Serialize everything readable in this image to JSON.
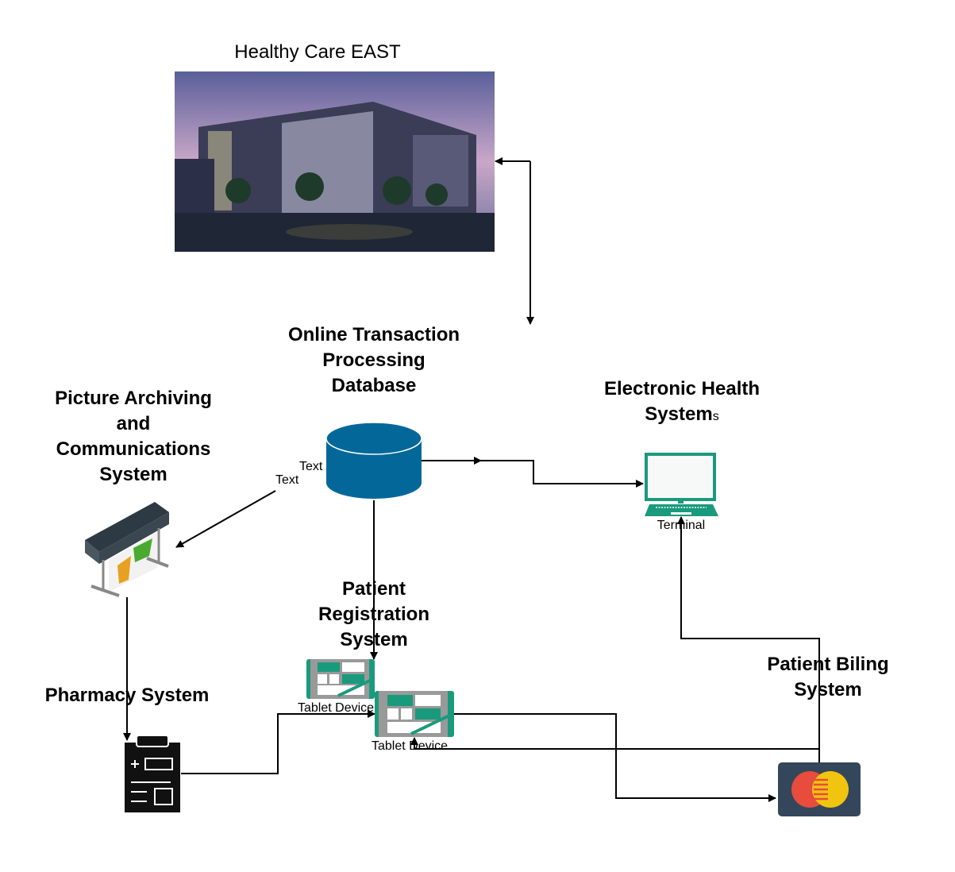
{
  "title": "Healthy Care EAST",
  "nodes": {
    "oltp": "Online Transaction\nProcessing\nDatabase",
    "ehs_main": "Electronic Health\nSystem",
    "ehs_suffix": "s",
    "pacs": "Picture Archiving\nand\nCommunications\nSystem",
    "pharmacy": "Pharmacy System",
    "registration": "Patient\nRegistration\nSystem",
    "billing": "Patient Biling\nSystem"
  },
  "icon_labels": {
    "terminal": "Terminal",
    "tablet1": "Tablet Device",
    "tablet2": "Tablet Device"
  },
  "edge_labels": [
    "Text",
    "Text"
  ],
  "colors": {
    "database": "#036899",
    "teal": "#1a9a7c",
    "card": "#34465a"
  }
}
